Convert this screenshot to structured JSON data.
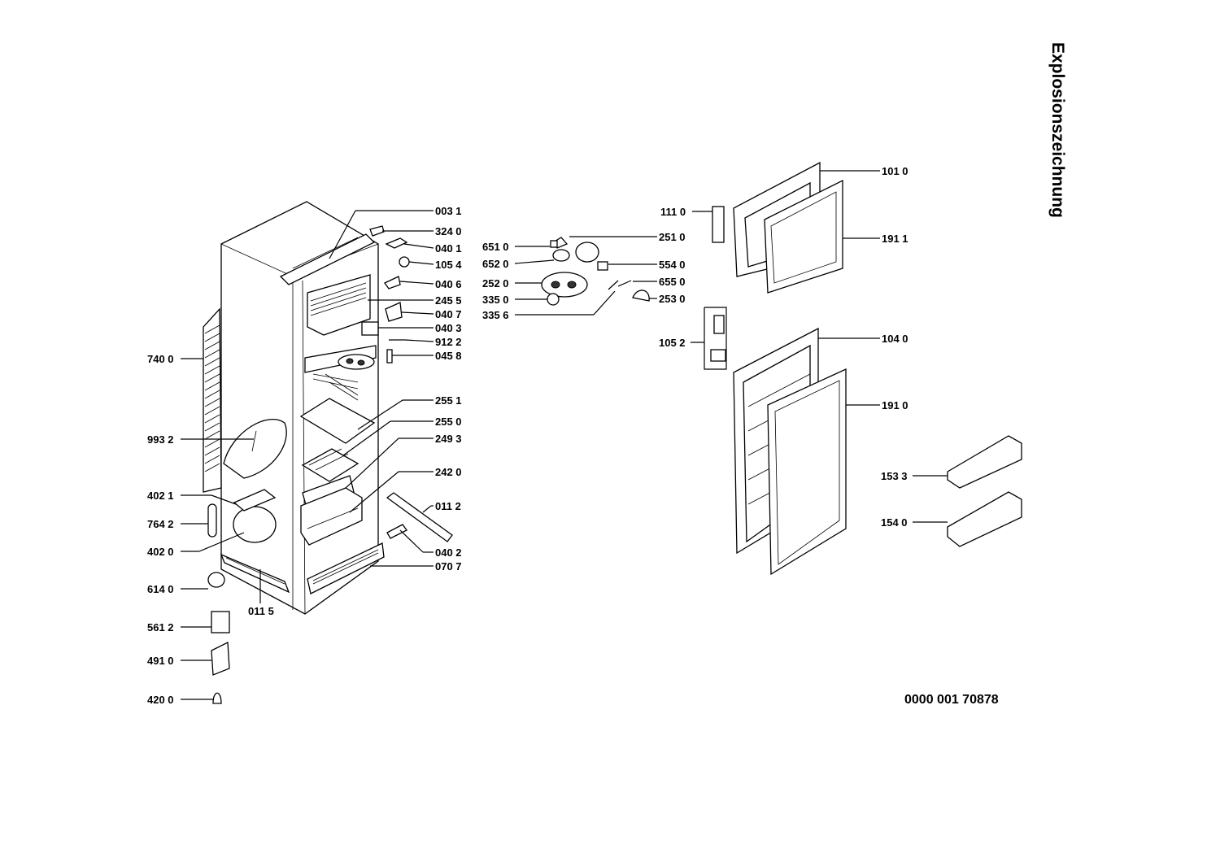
{
  "title": "Explosionszeichnung",
  "document_number": "0000  001 70878",
  "parts": {
    "p0031": "003 1",
    "p3240": "324 0",
    "p0401": "040 1",
    "p1054": "105 4",
    "p0406": "040 6",
    "p2455": "245 5",
    "p0407": "040 7",
    "p0403": "040 3",
    "p9122": "912 2",
    "p0458": "045 8",
    "p2551": "255 1",
    "p2550": "255 0",
    "p2493": "249 3",
    "p2420": "242 0",
    "p0112": "011 2",
    "p0402": "040 2",
    "p0707": "070 7",
    "p0115": "011 5",
    "p7400": "740 0",
    "p9932": "993 2",
    "p4021": "402 1",
    "p7642": "764 2",
    "p4020": "402 0",
    "p6140": "614 0",
    "p5612": "561 2",
    "p4910": "491 0",
    "p4200": "420 0",
    "p6510": "651 0",
    "p6520": "652 0",
    "p2520": "252 0",
    "p3350": "335 0",
    "p3356": "335 6",
    "p2510": "251 0",
    "p5540": "554 0",
    "p6550": "655 0",
    "p2530": "253 0",
    "p1110": "111 0",
    "p1010": "101 0",
    "p1911": "191 1",
    "p1052": "105 2",
    "p1040": "104 0",
    "p1910": "191 0",
    "p1533": "153 3",
    "p1540": "154 0"
  }
}
